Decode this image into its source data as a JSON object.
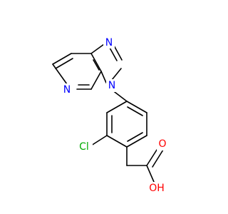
{
  "diagram": {
    "type": "chemical-structure",
    "atoms": [
      {
        "id": "N_imid_top",
        "symbol": "N",
        "color": "#0000ff"
      },
      {
        "id": "N_imid_sub",
        "symbol": "N",
        "color": "#0000ff"
      },
      {
        "id": "N_pyridine",
        "symbol": "N",
        "color": "#0000ff"
      },
      {
        "id": "Cl",
        "symbol": "Cl",
        "color": "#00aa00"
      },
      {
        "id": "O_carbonyl",
        "symbol": "O",
        "color": "#ff0000"
      },
      {
        "id": "O_hydroxyl",
        "symbol": "OH",
        "color": "#ff0000"
      }
    ],
    "bond_color": "#000000"
  }
}
